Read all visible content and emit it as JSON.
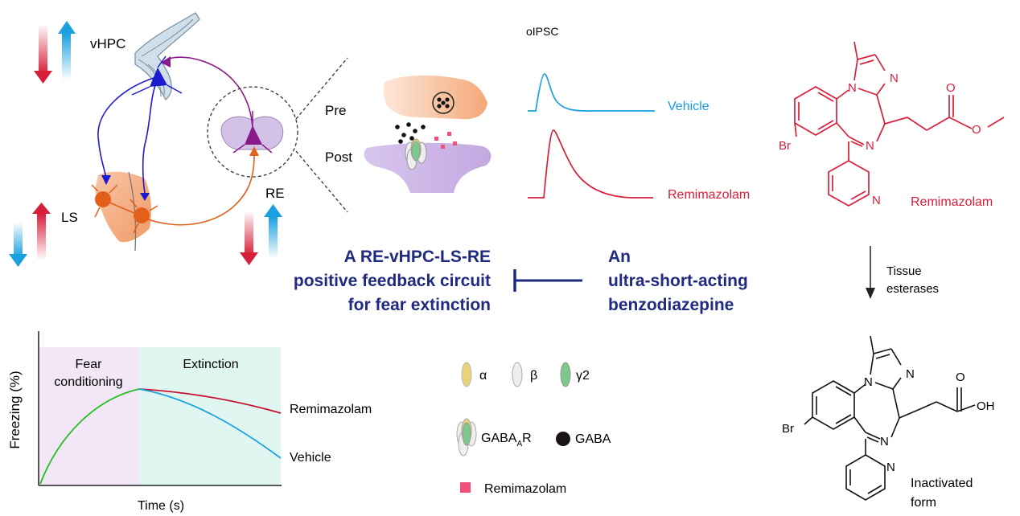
{
  "regions": {
    "vhpc": "vHPC",
    "ls": "LS",
    "re": "RE"
  },
  "synapse": {
    "pre": "Pre",
    "post": "Post"
  },
  "oipsc": {
    "title": "oIPSC",
    "vehicle": "Vehicle",
    "remimazolam": "Remimazolam"
  },
  "colors": {
    "vehicle": "#1aa0e0",
    "remimazolam": "#d81f3a",
    "circuit_text": "#1f2a80",
    "green": "#22c022",
    "orange": "#e2601a",
    "purple": "#8a1a8a",
    "blue": "#1b1bd0"
  },
  "circuit_text": {
    "line1": "A RE-vHPC-LS-RE",
    "line2": "positive feedback circuit",
    "line3": "for fear extinction"
  },
  "drug_text": {
    "line1": "An",
    "line2": "ultra-short-acting",
    "line3": "benzodiazepine"
  },
  "chem_top": {
    "br": "Br",
    "n_ring": "N",
    "n_imid": "N",
    "n_pyr": "N",
    "n_benzo": "N",
    "o1": "O",
    "o2": "O",
    "name": "Remimazolam"
  },
  "arrow_label": {
    "line1": "Tissue",
    "line2": "esterases"
  },
  "chem_bottom": {
    "br": "Br",
    "n_ring": "N",
    "n_imid": "N",
    "n_pyr": "N",
    "n_benzo": "N",
    "o1": "O",
    "oh": "OH",
    "name_line1": "Inactivated",
    "name_line2": "form"
  },
  "graph": {
    "phase1_line1": "Fear",
    "phase1_line2": "conditioning",
    "phase2": "Extinction",
    "ylabel": "Freezing (%)",
    "xlabel": "Time (s)",
    "series_remi": "Remimazolam",
    "series_veh": "Vehicle"
  },
  "legend": {
    "alpha": "α",
    "beta": "β",
    "gamma": "γ2",
    "receptor": "GABA",
    "receptor_sub": "A",
    "receptor_suffix": "R",
    "gaba": "GABA",
    "drug": "Remimazolam"
  }
}
